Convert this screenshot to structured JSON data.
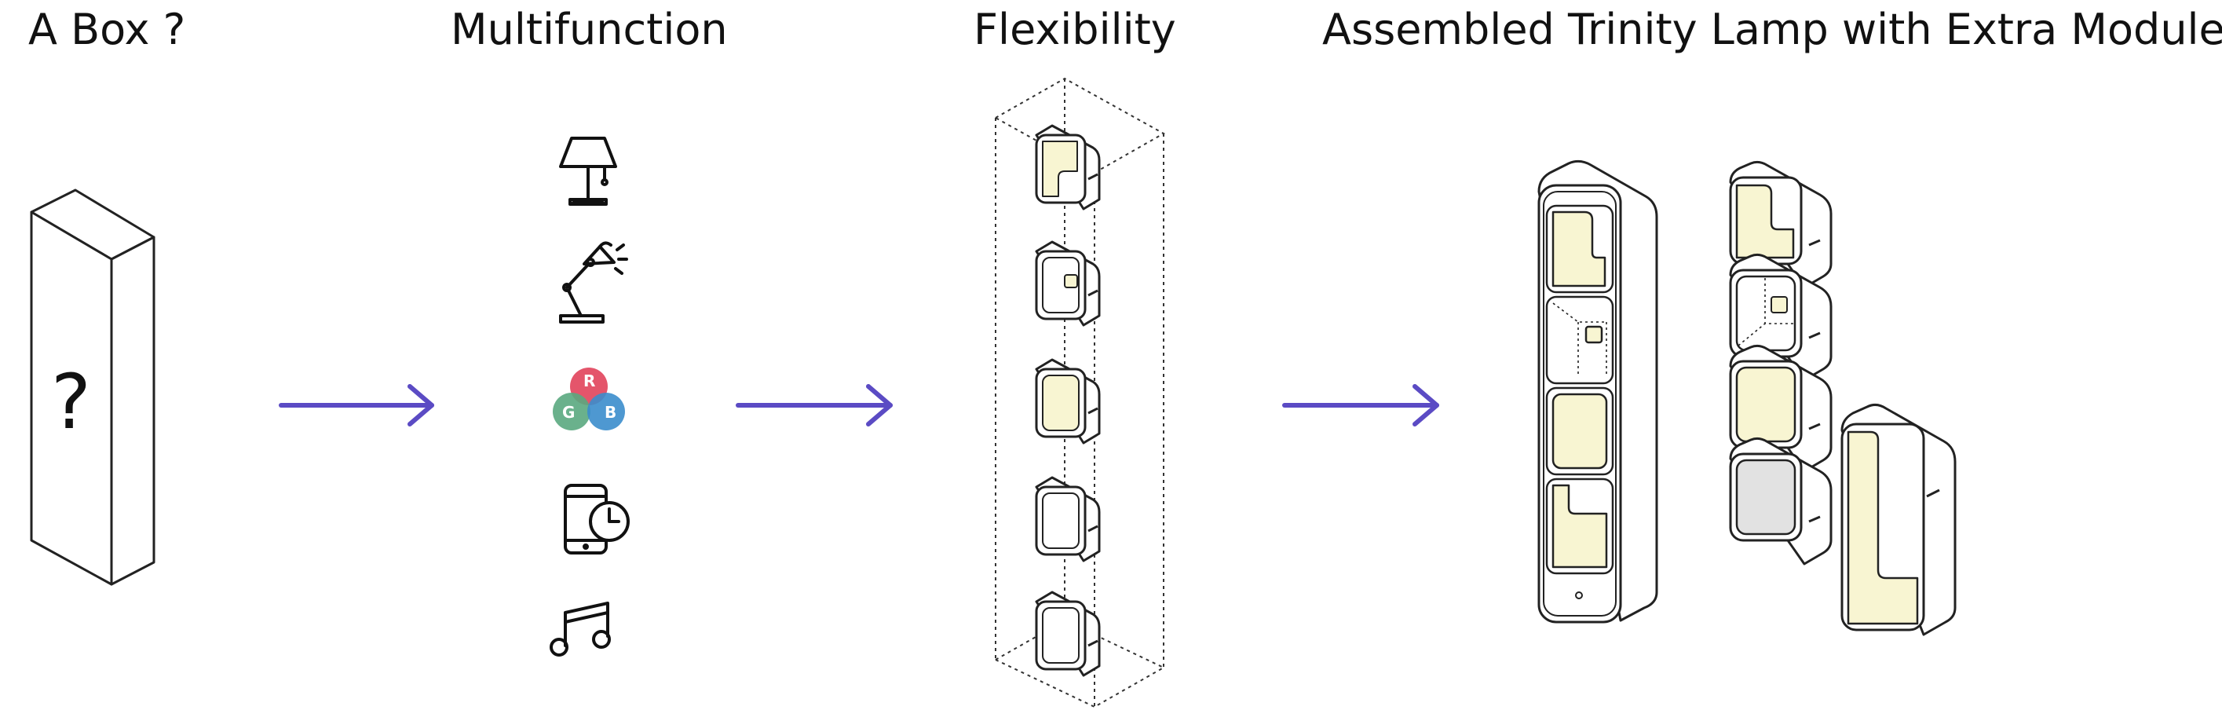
{
  "titles": {
    "box": "A Box ?",
    "multifunction": "Multifunction",
    "flexibility": "Flexibility",
    "assembled": "Assembled Trinity Lamp with Extra Modules"
  },
  "box_label": "?",
  "rgb": {
    "r": "R",
    "g": "G",
    "b": "B"
  },
  "icons": [
    "table-lamp-icon",
    "desk-lamp-icon",
    "rgb-color-icon",
    "phone-timer-icon",
    "music-note-icon"
  ],
  "colors": {
    "arrow": "#5b4bc4",
    "light_fill": "#f8f5d2",
    "grey_fill": "#e2e2e2",
    "red": "#e2475e",
    "green": "#5aa880",
    "blue": "#3b8dcc"
  }
}
